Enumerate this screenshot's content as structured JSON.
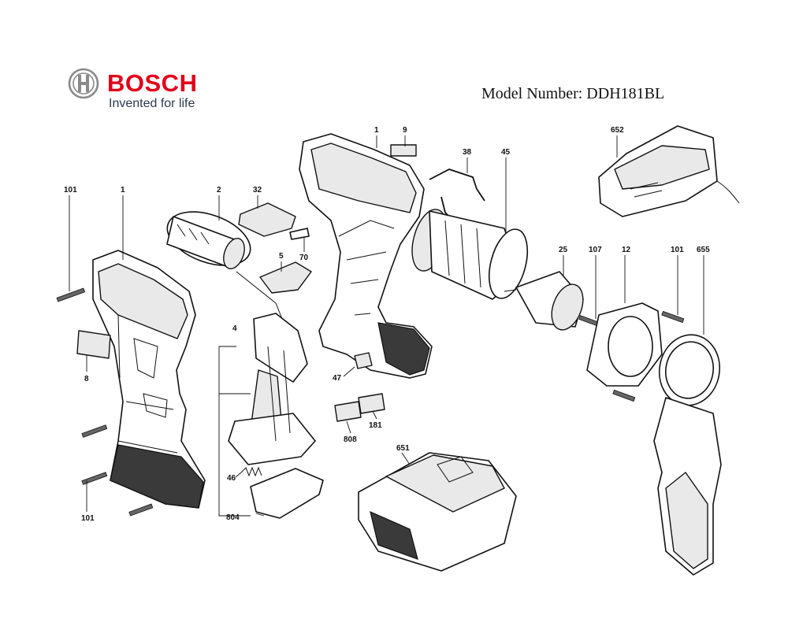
{
  "brand": {
    "name": "BOSCH",
    "tagline": "Invented for life",
    "color": "#e2001a"
  },
  "model_number": "Model Number: DDH181BL",
  "callouts": {
    "housing_left": "1",
    "housing_right": "1",
    "screw_top": "101",
    "screw_bottom": "101",
    "screw_aux": "101",
    "label_sticker": "8",
    "motor": "2",
    "brush_plate": "32",
    "clip": "70",
    "switch_holder": "5",
    "switch": "4",
    "spring": "46",
    "contact_plate": "804",
    "nameplate": "9",
    "rating_label_a": "808",
    "rating_label_b": "181",
    "slide": "47",
    "wire_clip": "38",
    "gearbox": "45",
    "chuck": "25",
    "chuck_screw": "107",
    "bearing_cover": "12",
    "aux_handle": "655",
    "battery": "651",
    "charger": "652"
  }
}
